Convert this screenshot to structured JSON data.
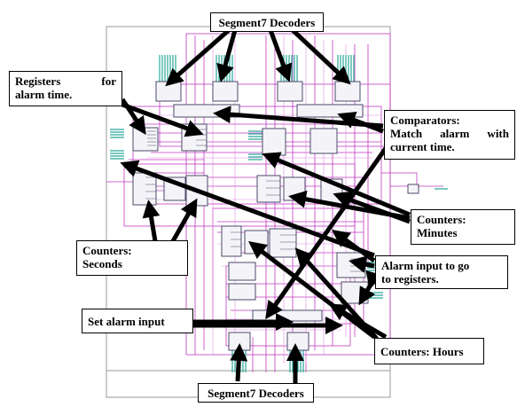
{
  "labels": {
    "seg_top": "Segment7 Decoders",
    "reg_line1": "Registers for",
    "reg_line2": "alarm time.",
    "comp_line1": "Comparators:",
    "comp_line2": "Match alarm with",
    "comp_line3": "current time.",
    "cnt_min_line1": "Counters:",
    "cnt_min_line2": "Minutes",
    "cnt_sec_line1": "Counters:",
    "cnt_sec_line2": "Seconds",
    "alarm_in_line1": "Alarm input to go",
    "alarm_in_line2": "to registers.",
    "set_alarm": "Set alarm input",
    "cnt_hours": "Counters: Hours",
    "seg_bottom": "Segment7 Decoders"
  },
  "colors": {
    "wire": "#c23ac2",
    "wire_light": "#e08ce0",
    "block": "#4a4a6a",
    "bus": "#2aa89a",
    "arrow": "#000000",
    "grey_frame": "#9a9a9a"
  }
}
